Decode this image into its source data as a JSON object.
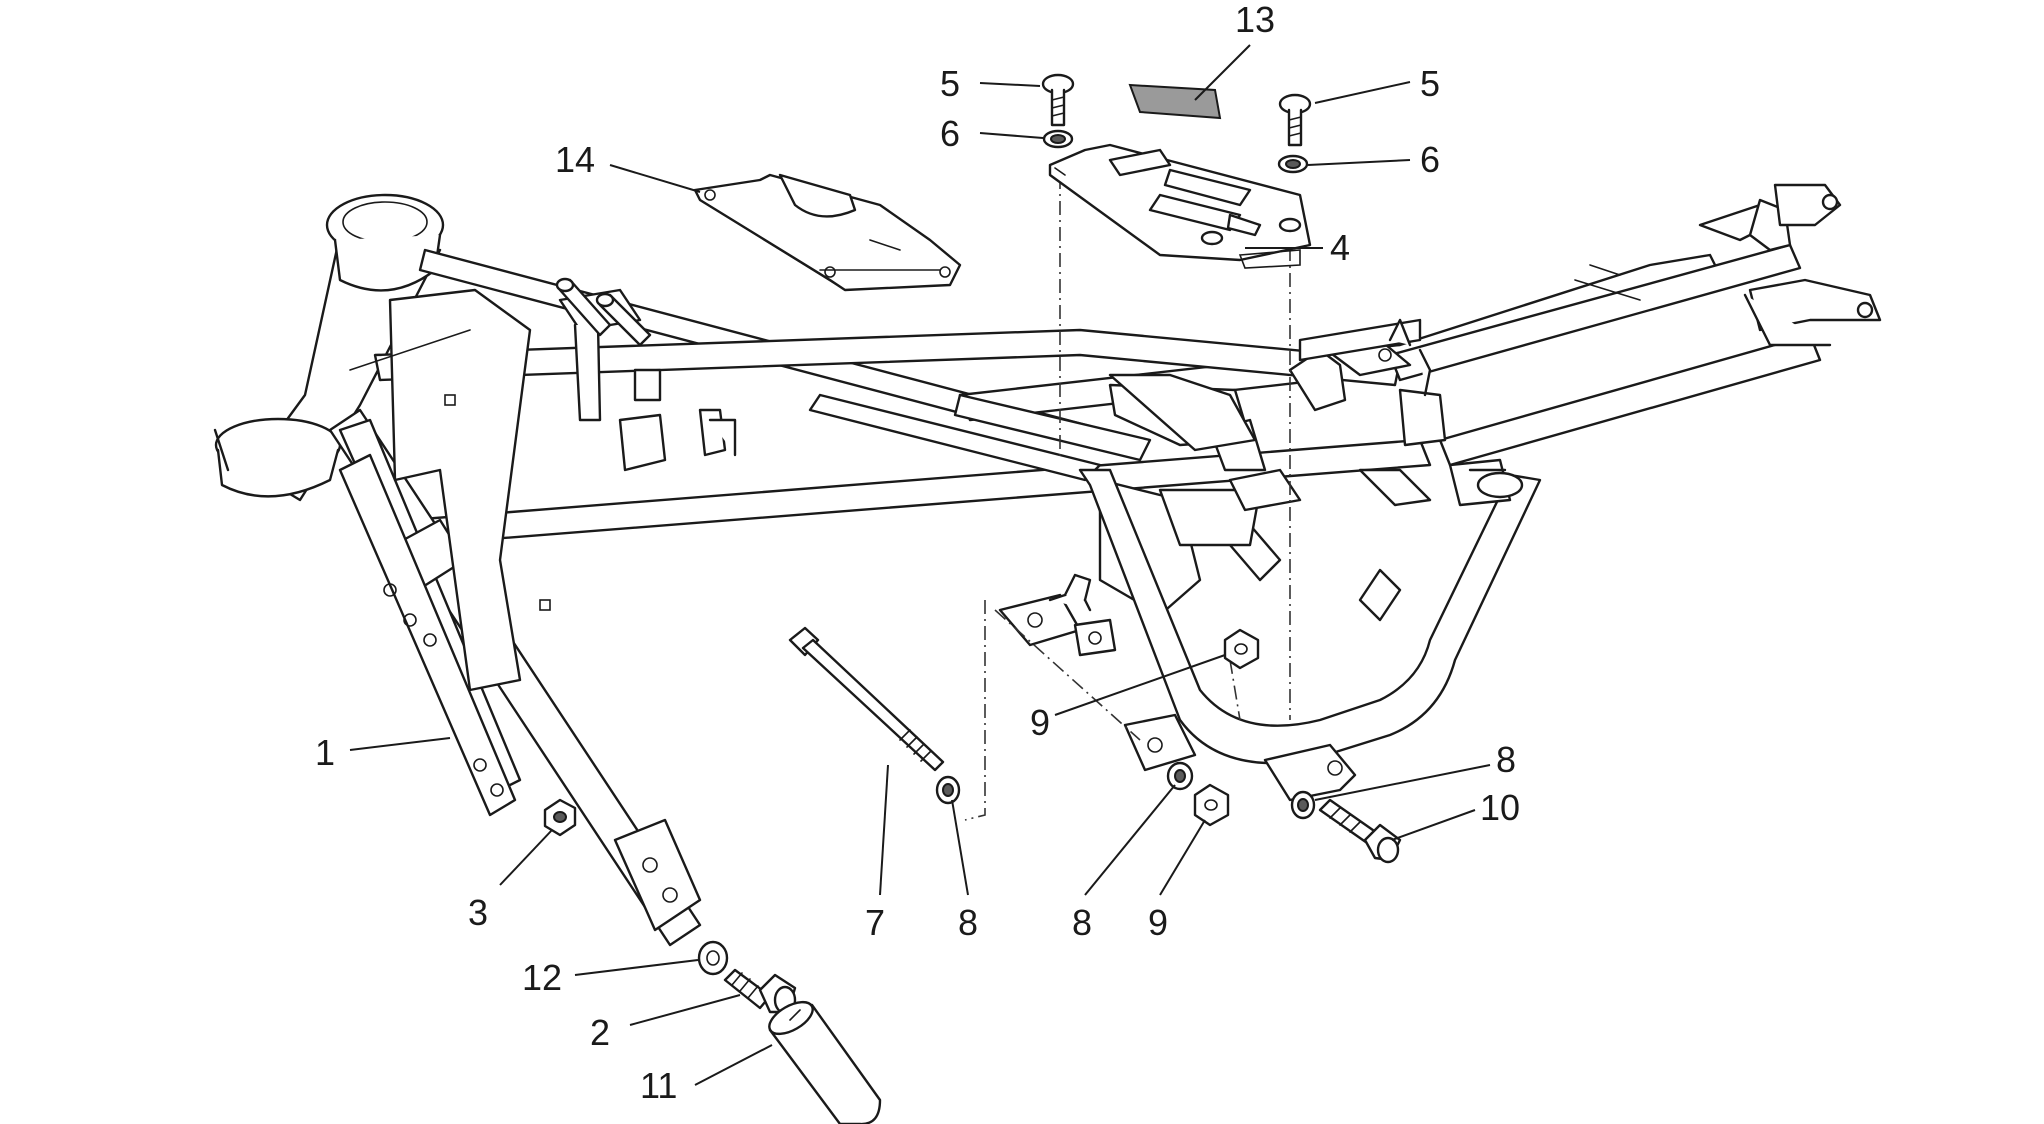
{
  "labels": {
    "l1": "1",
    "l2": "2",
    "l3": "3",
    "l4": "4",
    "l5a": "5",
    "l5b": "5",
    "l6a": "6",
    "l6b": "6",
    "l7": "7",
    "l8a": "8",
    "l8b": "8",
    "l8c": "8",
    "l9a": "9",
    "l9b": "9",
    "l10": "10",
    "l11": "11",
    "l12": "12",
    "l13": "13",
    "l14": "14"
  },
  "colors": {
    "line": "#1a1a1a",
    "background": "#ffffff",
    "fill_dark": "#5a5a5a",
    "fill_grey": "#9a9a9a"
  }
}
